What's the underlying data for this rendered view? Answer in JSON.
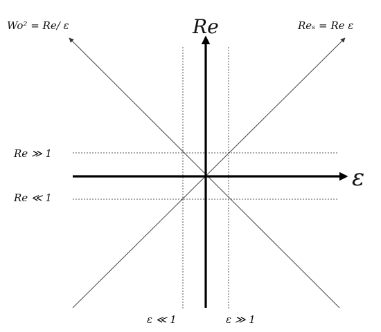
{
  "diagram": {
    "axes": {
      "vertical_label": "Re",
      "horizontal_label": "ε"
    },
    "diagonals": {
      "upper_left_label": "Wo² = Re/ ε",
      "upper_right_label": "Reₛ = Re ε"
    },
    "regimes": {
      "re_high": "Re ≫ 1",
      "re_low": "Re ≪ 1",
      "eps_low": "ε ≪ 1",
      "eps_high": "ε ≫ 1"
    }
  }
}
